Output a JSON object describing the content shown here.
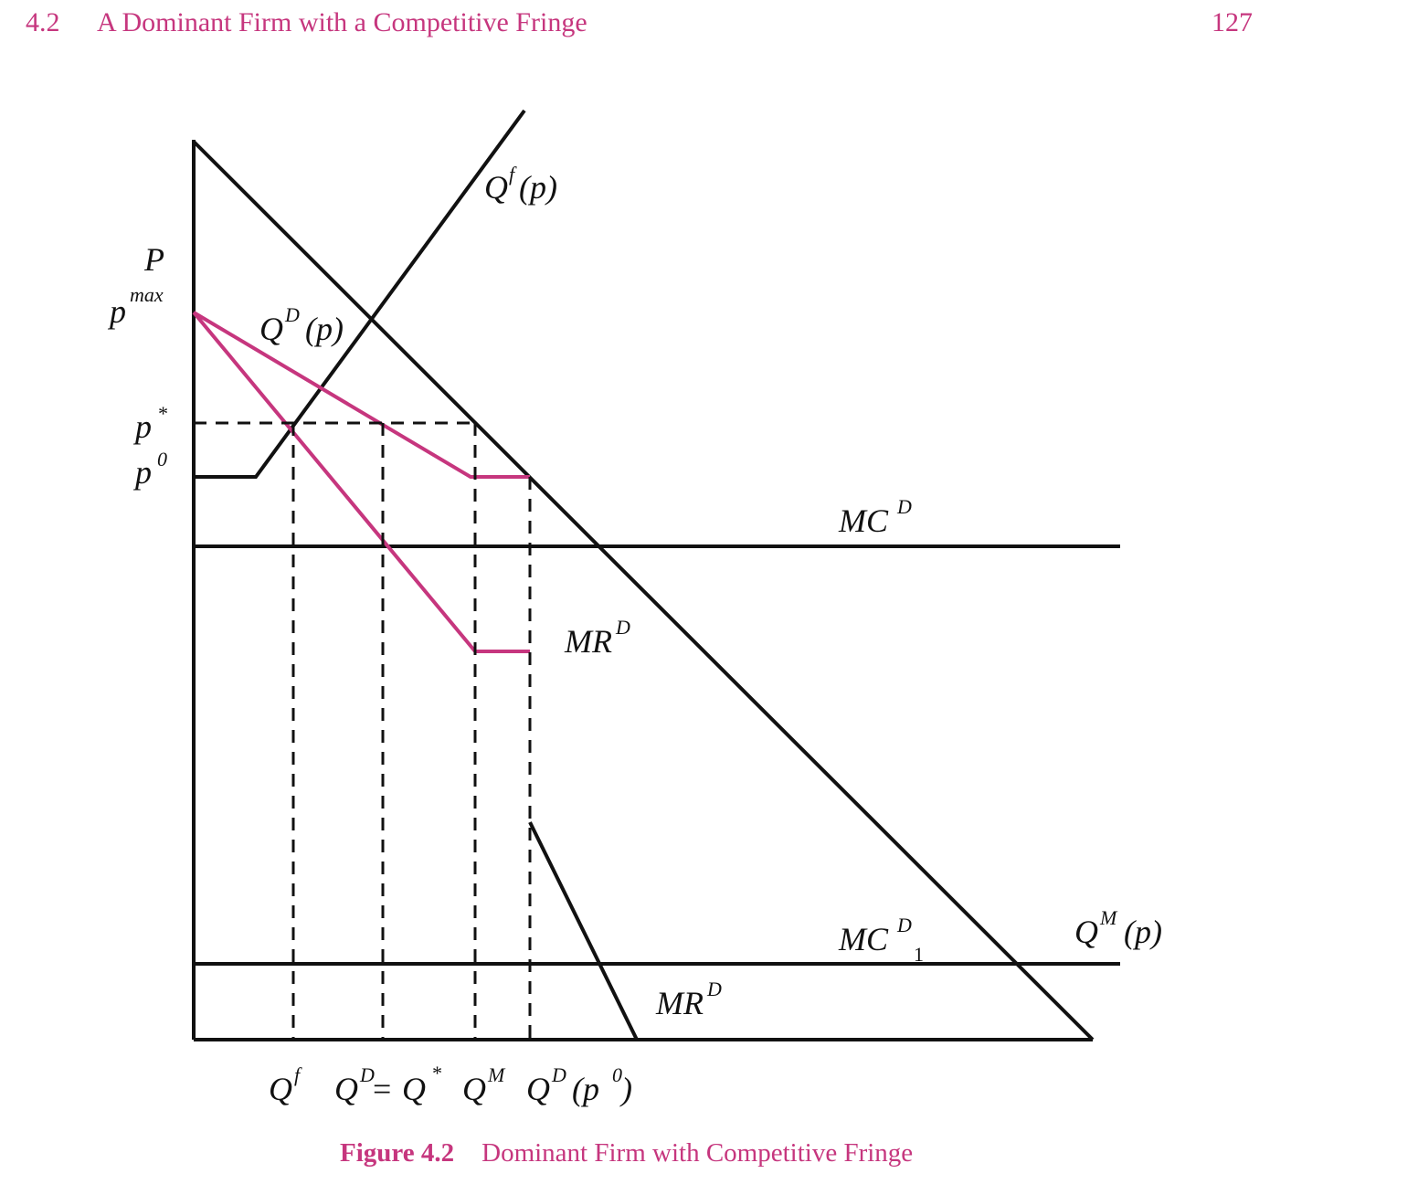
{
  "header": {
    "section_number": "4.2",
    "section_title": "A Dominant Firm with a Competitive Fringe",
    "page_number": "127"
  },
  "figure": {
    "caption_label": "Figure 4.2",
    "caption_text": "Dominant Firm with Competitive Fringe",
    "colors": {
      "accent": "#c6367e",
      "ink": "#111111"
    },
    "y_axis_labels": {
      "P": "P",
      "pmax_base": "p",
      "pmax_sup": "max",
      "pstar_base": "p",
      "pstar_sup": "*",
      "p0_base": "p",
      "p0_sup": "0"
    },
    "curve_labels": {
      "qf_base": "Q",
      "qf_sup": "f",
      "qf_arg": "(p)",
      "qd_base": "Q",
      "qd_sup": "D",
      "qd_arg": "(p)",
      "qm_base": "Q",
      "qm_sup": "M",
      "qm_arg": "(p)",
      "mcd_base": "MC",
      "mcd_sup": "D",
      "mcd1_base": "MC",
      "mcd1_sup": "D",
      "mcd1_sub": "1",
      "mrd_pink_base": "MR",
      "mrd_pink_sup": "D",
      "mrd_black_base": "MR",
      "mrd_black_sup": "D"
    },
    "x_axis_labels": {
      "qf_base": "Q",
      "qf_sup": "f",
      "qd_base": "Q",
      "qd_sup": "D",
      "eq": "=",
      "qstar_base": "Q",
      "qstar_sup": "*",
      "qm_base": "Q",
      "qm_sup": "M",
      "qdp0_base": "Q",
      "qdp0_sup": "D",
      "qdp0_open": "(p",
      "qdp0_sup2": "0",
      "qdp0_close": " )"
    }
  }
}
